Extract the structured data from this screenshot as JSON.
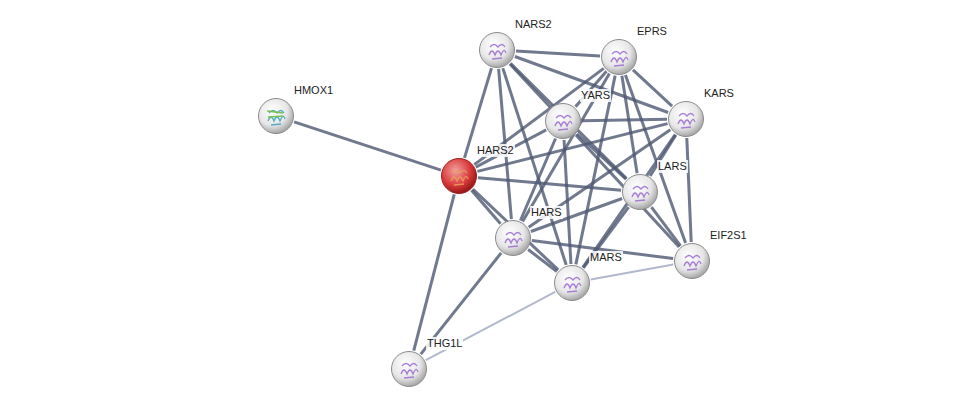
{
  "diagram": {
    "nodes": [
      {
        "text": [
          "HMOX1"
        ]
      },
      {
        "text": [
          "HARS2"
        ]
      },
      {
        "text": [
          "NARS2"
        ]
      },
      {
        "text": [
          "EPRS"
        ]
      },
      {
        "text": [
          "YARS"
        ]
      },
      {
        "text": [
          "KARS"
        ]
      },
      {
        "text": [
          "LARS"
        ]
      },
      {
        "text": [
          "HARS"
        ]
      },
      {
        "text": [
          "MARS"
        ]
      },
      {
        "text": [
          "EIF2S1"
        ]
      },
      {
        "text": [
          "THG1L"
        ]
      }
    ],
    "edges": [
      {
        "from": 1,
        "to": 0,
        "arrow": "none"
      },
      {
        "from": 1,
        "to": 2,
        "arrow": "none"
      },
      {
        "from": 1,
        "to": 3,
        "arrow": "none"
      },
      {
        "from": 1,
        "to": 4,
        "arrow": "none"
      },
      {
        "from": 1,
        "to": 5,
        "arrow": "none"
      },
      {
        "from": 1,
        "to": 6,
        "arrow": "none"
      },
      {
        "from": 1,
        "to": 7,
        "arrow": "none"
      },
      {
        "from": 1,
        "to": 8,
        "arrow": "none"
      },
      {
        "from": 1,
        "to": 10,
        "arrow": "none"
      },
      {
        "from": 2,
        "to": 3,
        "arrow": "none"
      },
      {
        "from": 2,
        "to": 4,
        "arrow": "none"
      },
      {
        "from": 2,
        "to": 5,
        "arrow": "none"
      },
      {
        "from": 2,
        "to": 6,
        "arrow": "none"
      },
      {
        "from": 2,
        "to": 7,
        "arrow": "none"
      },
      {
        "from": 2,
        "to": 8,
        "arrow": "none"
      },
      {
        "from": 3,
        "to": 4,
        "arrow": "none"
      },
      {
        "from": 3,
        "to": 5,
        "arrow": "none"
      },
      {
        "from": 3,
        "to": 6,
        "arrow": "none"
      },
      {
        "from": 3,
        "to": 7,
        "arrow": "none"
      },
      {
        "from": 3,
        "to": 8,
        "arrow": "none"
      },
      {
        "from": 3,
        "to": 9,
        "arrow": "none"
      },
      {
        "from": 4,
        "to": 5,
        "arrow": "none"
      },
      {
        "from": 4,
        "to": 6,
        "arrow": "none"
      },
      {
        "from": 4,
        "to": 7,
        "arrow": "none"
      },
      {
        "from": 4,
        "to": 8,
        "arrow": "none"
      },
      {
        "from": 4,
        "to": 9,
        "arrow": "none"
      },
      {
        "from": 5,
        "to": 6,
        "arrow": "none"
      },
      {
        "from": 5,
        "to": 7,
        "arrow": "none"
      },
      {
        "from": 5,
        "to": 8,
        "arrow": "none"
      },
      {
        "from": 5,
        "to": 9,
        "arrow": "none"
      },
      {
        "from": 6,
        "to": 7,
        "arrow": "none"
      },
      {
        "from": 6,
        "to": 8,
        "arrow": "none"
      },
      {
        "from": 6,
        "to": 9,
        "arrow": "none"
      },
      {
        "from": 7,
        "to": 8,
        "arrow": "none"
      },
      {
        "from": 7,
        "to": 9,
        "arrow": "none"
      },
      {
        "from": 7,
        "to": 10,
        "arrow": "none"
      },
      {
        "from": 8,
        "to": 9,
        "arrow": "none"
      },
      {
        "from": 8,
        "to": 10,
        "arrow": "none"
      }
    ]
  }
}
